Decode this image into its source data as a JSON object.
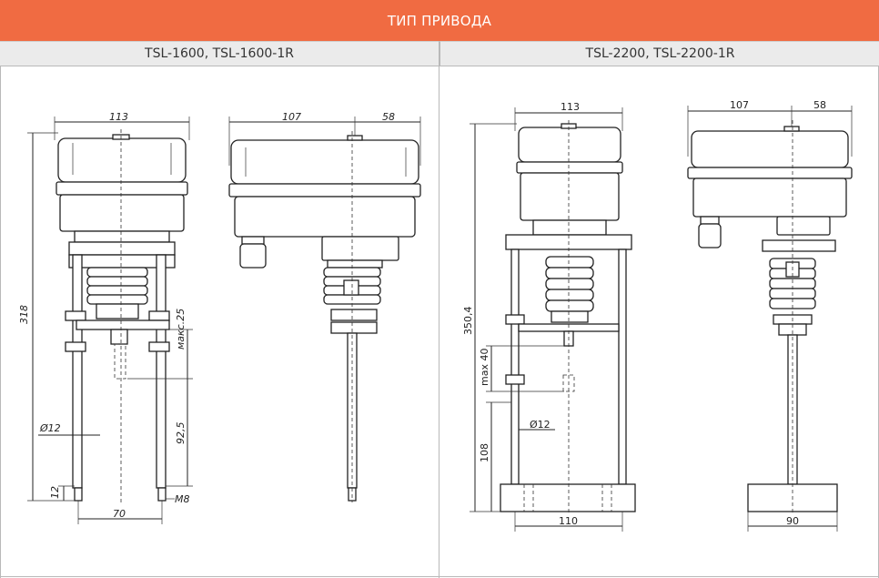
{
  "header": {
    "title": "ТИП ПРИВОДА"
  },
  "columns": [
    {
      "label": "TSL-1600, TSL-1600-1R"
    },
    {
      "label": "TSL-2200, TSL-2200-1R"
    }
  ],
  "dimensions": {
    "tsl1600": {
      "width_front": "113",
      "width_side": "107",
      "offset_side": "58",
      "height_total": "318",
      "stroke_max": "макс.25",
      "stem_length": "92,5",
      "rod_diameter": "Ø12",
      "thread_length": "12",
      "thread": "M8",
      "rod_spacing": "70"
    },
    "tsl2200": {
      "width_front": "113",
      "width_side": "107",
      "offset_side": "58",
      "height_total": "350,4",
      "stroke_max": "max 40",
      "rod_diameter": "Ø12",
      "base_height": "108",
      "base_width_front": "110",
      "base_width_side": "90"
    }
  }
}
